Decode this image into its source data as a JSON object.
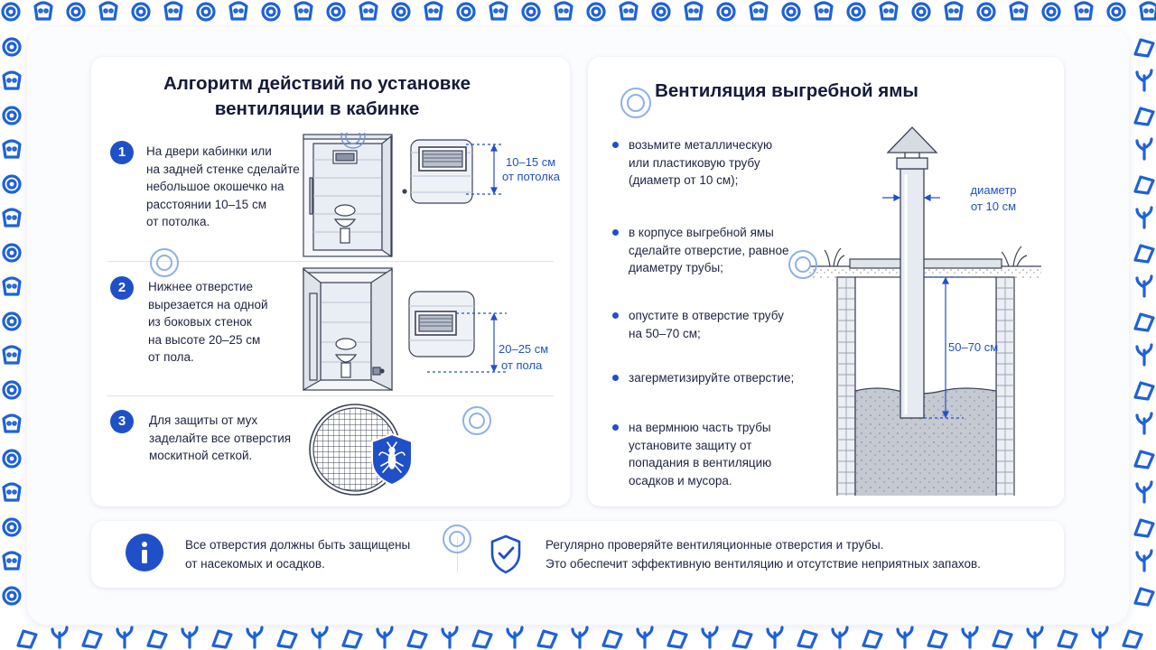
{
  "left_panel": {
    "title_line1": "Алгоритм действий по установке",
    "title_line2": "вентиляции в кабинке",
    "steps": [
      {
        "number": "1",
        "lines": [
          "На двери кабинки или",
          "на задней стенке сделайте",
          "небольшое окошечко на",
          "расстоянии 10–15 см",
          "от потолка."
        ],
        "measure_top": "10–15 см",
        "measure_bottom": "от потолка"
      },
      {
        "number": "2",
        "lines": [
          "Нижнее отверстие",
          "вырезается на одной",
          "из боковых стенок",
          "на высоте 20–25 см",
          "от пола."
        ],
        "measure_top": "20–25 см",
        "measure_bottom": "от пола"
      },
      {
        "number": "3",
        "lines": [
          "Для защиты от мух",
          "заделайте все отверстия",
          "москитной сеткой."
        ]
      }
    ]
  },
  "right_panel": {
    "title": "Вентиляция выгребной ямы",
    "bullets": [
      {
        "lines": [
          "возьмите металлическую",
          "или пластиковую трубу",
          "(диаметр от 10 см);"
        ]
      },
      {
        "lines": [
          "в корпусе выгребной ямы",
          "сделайте отверстие, равное",
          "диаметру трубы;"
        ]
      },
      {
        "lines": [
          "опустите в отверстие трубу",
          "на 50–70 см;"
        ]
      },
      {
        "lines": [
          "загерметизируйте отверстие;"
        ]
      },
      {
        "lines": [
          "на вермнюю часть трубы",
          "установите защиту от",
          "попадания в вентиляцию",
          "осадков и мусора."
        ]
      }
    ],
    "diameter_label_1": "диаметр",
    "diameter_label_2": "от 10 см",
    "depth_label": "50–70 см"
  },
  "footer": {
    "left_lines": [
      "Все отверстия должны быть защищены",
      "от насекомых и осадков."
    ],
    "right_lines": [
      "Регулярно проверяйте вентиляционные отверстия и трубы.",
      "Это обеспечит эффективную вентиляцию и отсутствие неприятных запахов."
    ]
  },
  "colors": {
    "accent": "#2050c8",
    "pattern": "#1e62d8",
    "text": "#1a1f36"
  },
  "icons": [
    "info-icon",
    "shield-check-icon",
    "mosquito-shield-icon",
    "target-ring-icon"
  ]
}
